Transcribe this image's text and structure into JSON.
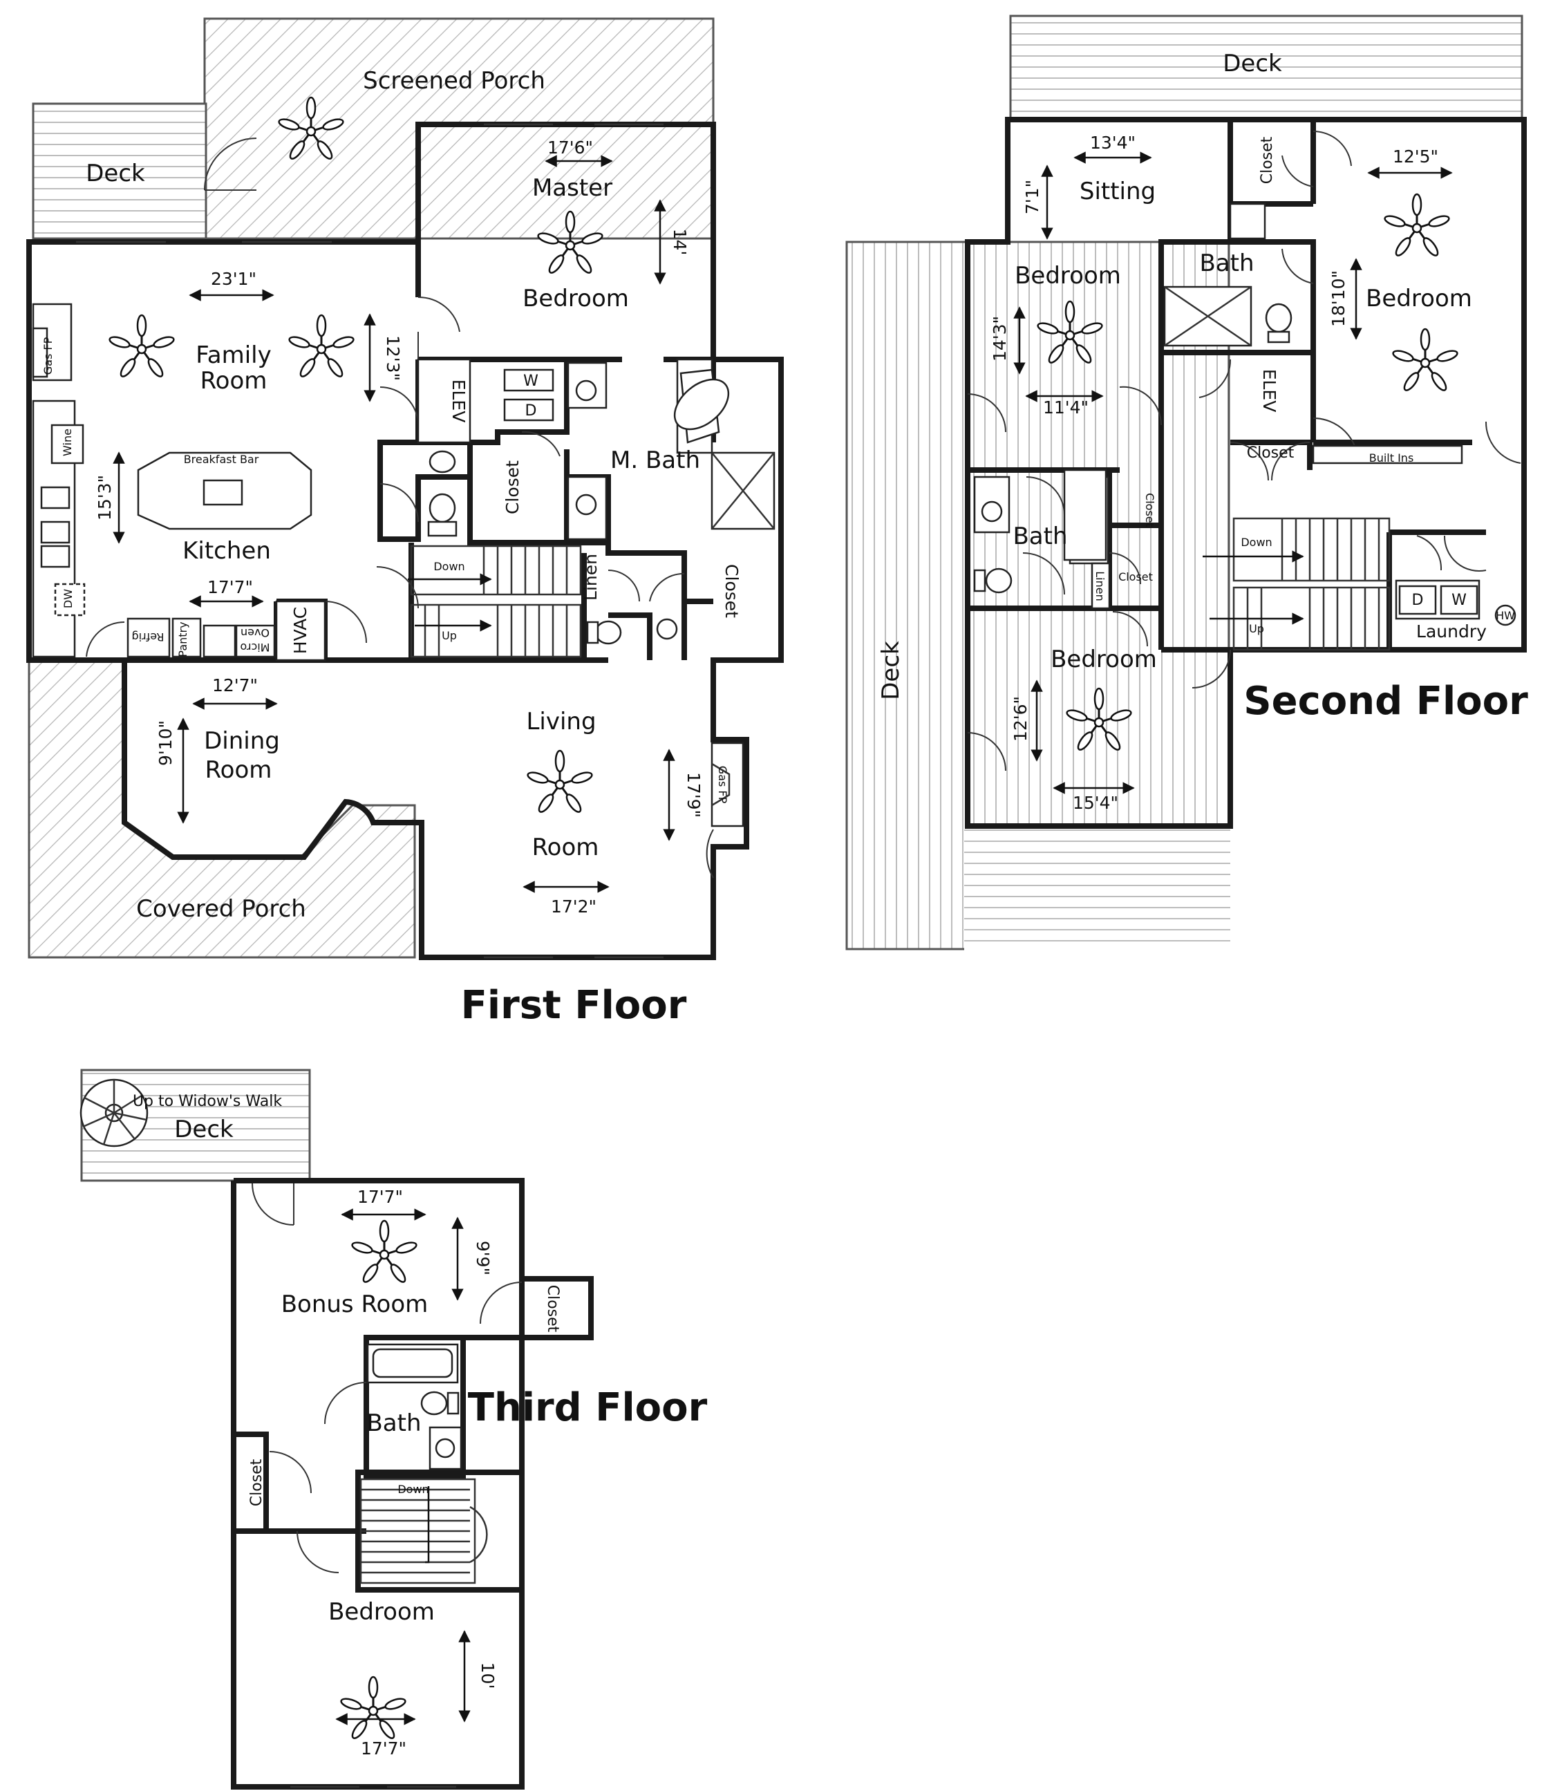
{
  "floors": {
    "first": {
      "title": "First Floor"
    },
    "second": {
      "title": "Second Floor"
    },
    "third": {
      "title": "Third Floor"
    }
  },
  "first_floor": {
    "screened_porch": "Screened Porch",
    "deck": "Deck",
    "master_line1": "Master",
    "master_line2": "Bedroom",
    "master_dim_w": "17'6\"",
    "master_dim_h": "14'",
    "family_line1": "Family",
    "family_line2": "Room",
    "family_dim_w": "23'1\"",
    "family_dim_h": "12'3\"",
    "gas_fp": "Gas FP",
    "wine": "Wine",
    "breakfast_bar": "Breakfast Bar",
    "kitchen": "Kitchen",
    "kitchen_dim_w": "17'7\"",
    "kitchen_dim_h": "15'3\"",
    "dw": "DW",
    "refrig": "Refrig",
    "pantry": "Pantry",
    "micro": "Micro",
    "oven": "Oven",
    "hvac": "HVAC",
    "elev": "ELEV",
    "washer": "W",
    "dryer": "D",
    "closet": "Closet",
    "m_bath": "M. Bath",
    "linen": "Linen",
    "stairs_down": "Down",
    "stairs_up": "Up",
    "dining_line1": "Dining",
    "dining_line2": "Room",
    "dining_dim_w": "12'7\"",
    "dining_dim_h": "9'10\"",
    "living_line1": "Living",
    "living_line2": "Room",
    "living_dim_w": "17'2\"",
    "living_dim_h": "17'9\"",
    "gas_fp2": "Gas FP",
    "covered_porch": "Covered Porch"
  },
  "second_floor": {
    "deck_top": "Deck",
    "deck_side": "Deck",
    "sitting": "Sitting",
    "sitting_dim_w": "13'4\"",
    "sitting_dim_h": "7'1\"",
    "bedroom_a": "Bedroom",
    "bedroom_a_dim_w": "11'4\"",
    "bedroom_a_dim_h": "14'3\"",
    "closet_top": "Closet",
    "bath_top": "Bath",
    "bedroom_b": "Bedroom",
    "bedroom_b_dim_w": "12'5\"",
    "bedroom_b_dim_h": "18'10\"",
    "elev": "ELEV",
    "closet_mid": "Closet",
    "built_ins": "Built Ins",
    "bath_left": "Bath",
    "closet_small1": "Closet",
    "closet_small2": "Closet",
    "linen": "Linen",
    "stairs_down": "Down",
    "stairs_up": "Up",
    "laundry": "Laundry",
    "washer": "W",
    "dryer": "D",
    "hw": "HW",
    "bedroom_c": "Bedroom",
    "bedroom_c_dim_w": "15'4\"",
    "bedroom_c_dim_h": "12'6\""
  },
  "third_floor": {
    "widows_walk": "Up to Widow's Walk",
    "deck": "Deck",
    "bonus": "Bonus Room",
    "bonus_dim_w": "17'7\"",
    "bonus_dim_h": "9'9\"",
    "closet_right": "Closet",
    "bath": "Bath",
    "closet_left": "Closet",
    "stairs_down": "Down",
    "bedroom": "Bedroom",
    "bedroom_dim_w": "17'7\"",
    "bedroom_dim_h": "10'"
  }
}
